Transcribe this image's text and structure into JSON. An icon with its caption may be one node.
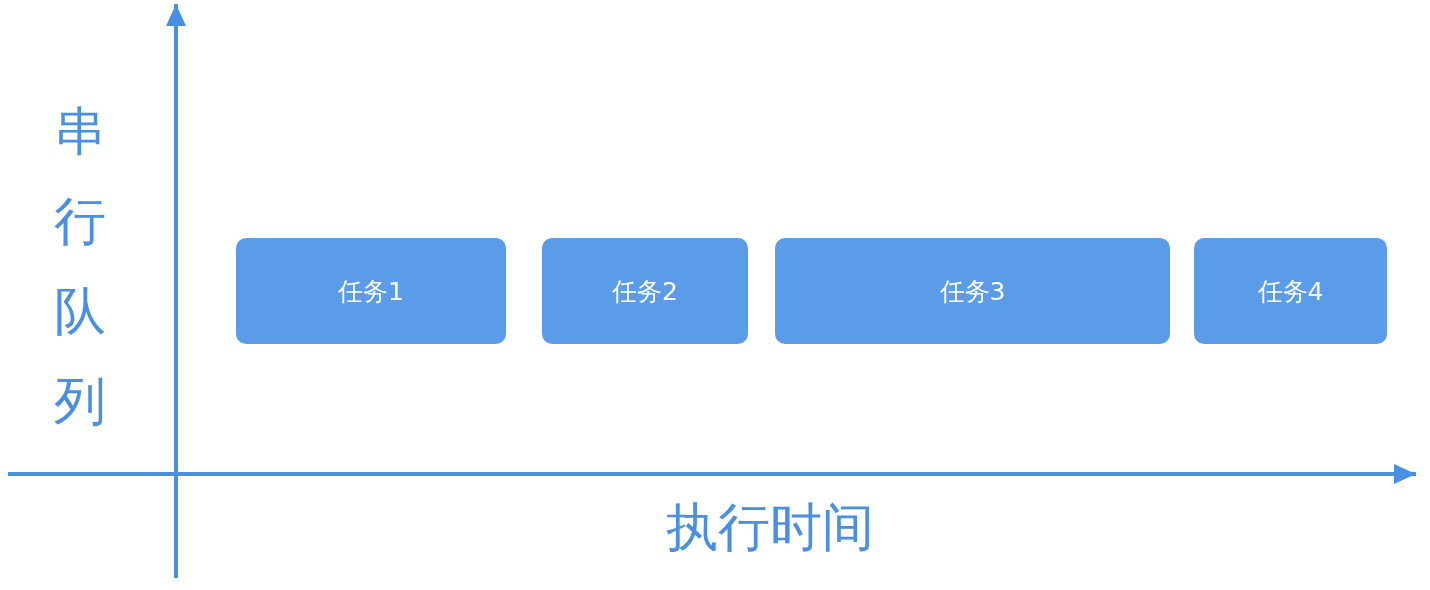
{
  "diagram": {
    "nodes": [
      {
        "text": [
          "任务1"
        ]
      },
      {
        "text": [
          "任务2"
        ]
      },
      {
        "text": [
          "任务3"
        ]
      },
      {
        "text": [
          "任务4"
        ]
      }
    ],
    "labels": [
      "串行队列",
      "执行时间"
    ]
  }
}
